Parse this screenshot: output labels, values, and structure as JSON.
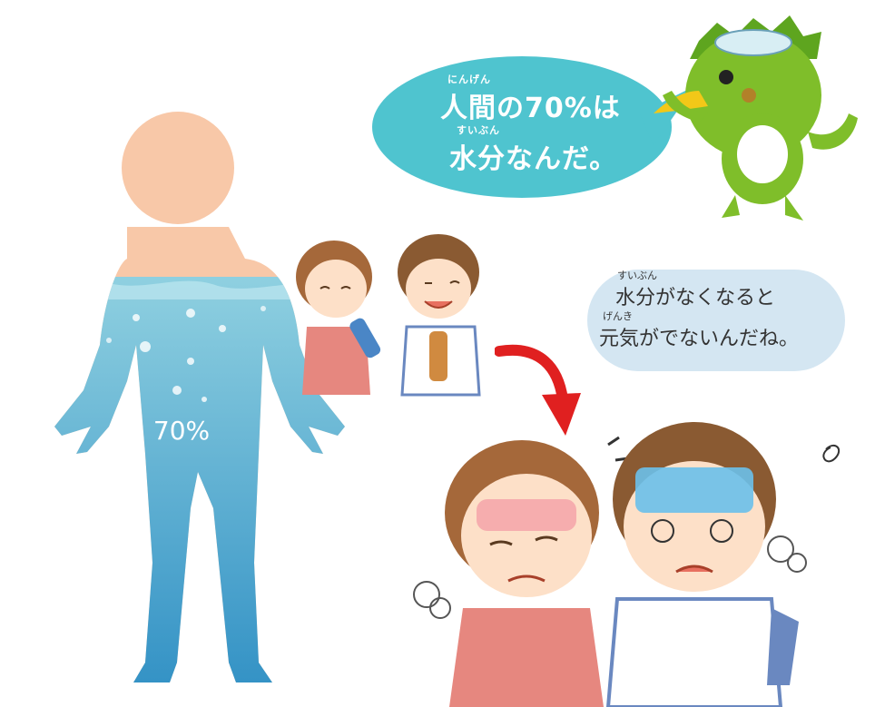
{
  "body": {
    "percent_label": "70%",
    "water_fraction": 0.7
  },
  "speech_top": {
    "ruby1": "にんげん",
    "line1": "人間の70%は",
    "ruby2": "すいぶん",
    "line2": "水分なんだ。"
  },
  "speech_right": {
    "ruby1": "すいぶん",
    "line1": "水分がなくなると",
    "ruby2": "げんき",
    "line2": "元気がでないんだね。"
  },
  "colors": {
    "skin": "#f8c8a8",
    "water_top": "#7cc6d8",
    "water_bottom": "#2f8fc4",
    "bubble_blue": "#4fc4cf",
    "bubble_pale": "#d4e6f2",
    "arrow_red": "#e02020",
    "kappa_green": "#7fbe2a"
  }
}
